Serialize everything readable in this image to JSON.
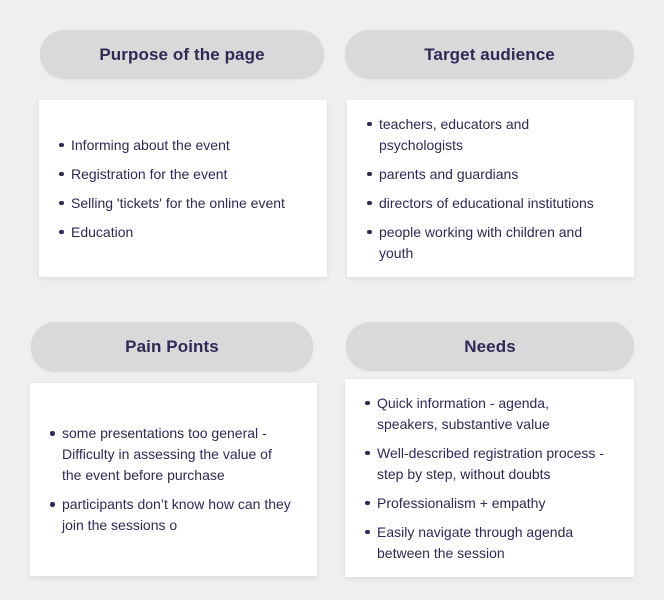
{
  "theme": {
    "background": "#efeef0",
    "pill": "#d9d9d9",
    "card": "#ffffff",
    "text": "#2e2a55"
  },
  "sections": [
    {
      "id": "purpose-of-the-page",
      "title": "Purpose of the page",
      "items": [
        "Informing about the event",
        "Registration for the event",
        "Selling 'tickets' for the online event",
        "Education"
      ]
    },
    {
      "id": "target-audience",
      "title": "Target audience",
      "items": [
        "teachers, educators and psychologists",
        "parents and guardians",
        "directors of educational institutions",
        "people working with children and youth"
      ]
    },
    {
      "id": "pain-points",
      "title": "Pain Points",
      "items": [
        "some presentations too general - Difficulty in assessing the value of the event before purchase",
        "participants don’t know how can they join the sessions o"
      ]
    },
    {
      "id": "needs",
      "title": "Needs",
      "items": [
        "Quick information - agenda, speakers, substantive value",
        "Well-described registration process - step by step, without doubts",
        "Professionalism + empathy",
        "Easily navigate through agenda between the session"
      ]
    }
  ]
}
